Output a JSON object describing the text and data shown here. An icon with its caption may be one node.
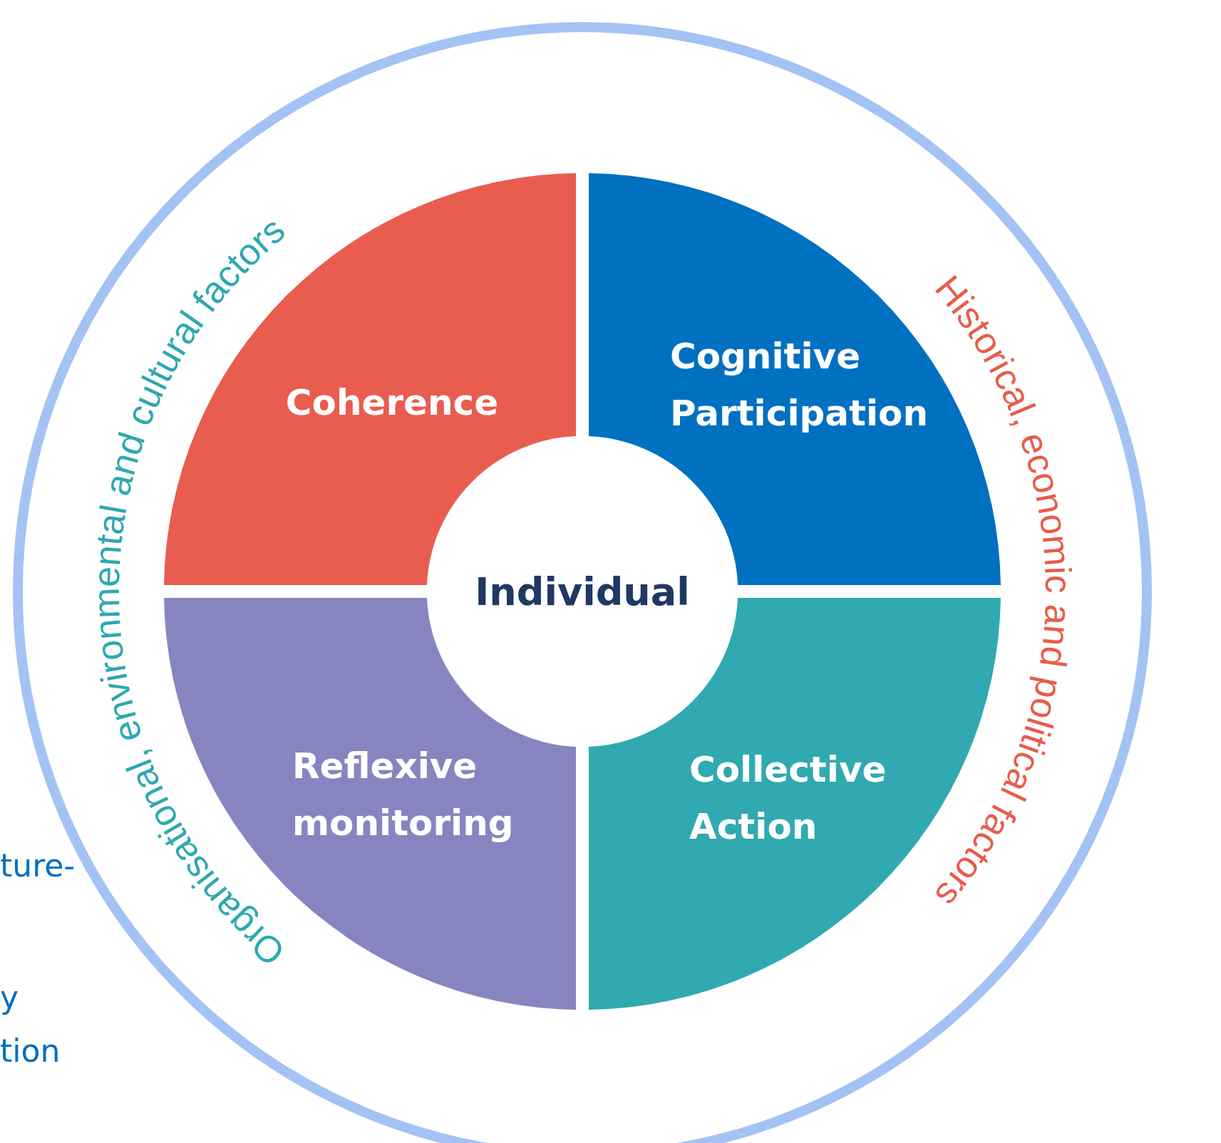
{
  "diagram": {
    "nodes": [
      {
        "text": [
          "Organisational, environmental and cultural factors",
          "Historical, economic and political factors"
        ]
      },
      {
        "text": [
          "Coherence"
        ],
        "in": 0
      },
      {
        "text": [
          "Cognitive Participation"
        ],
        "in": 0
      },
      {
        "text": [
          "Reflexive monitoring"
        ],
        "in": 0
      },
      {
        "text": [
          "Collective Action"
        ],
        "in": 0
      },
      {
        "text": [
          "Individual"
        ],
        "in": 0
      }
    ],
    "labels": [
      "ture-",
      "y",
      "tion"
    ]
  }
}
